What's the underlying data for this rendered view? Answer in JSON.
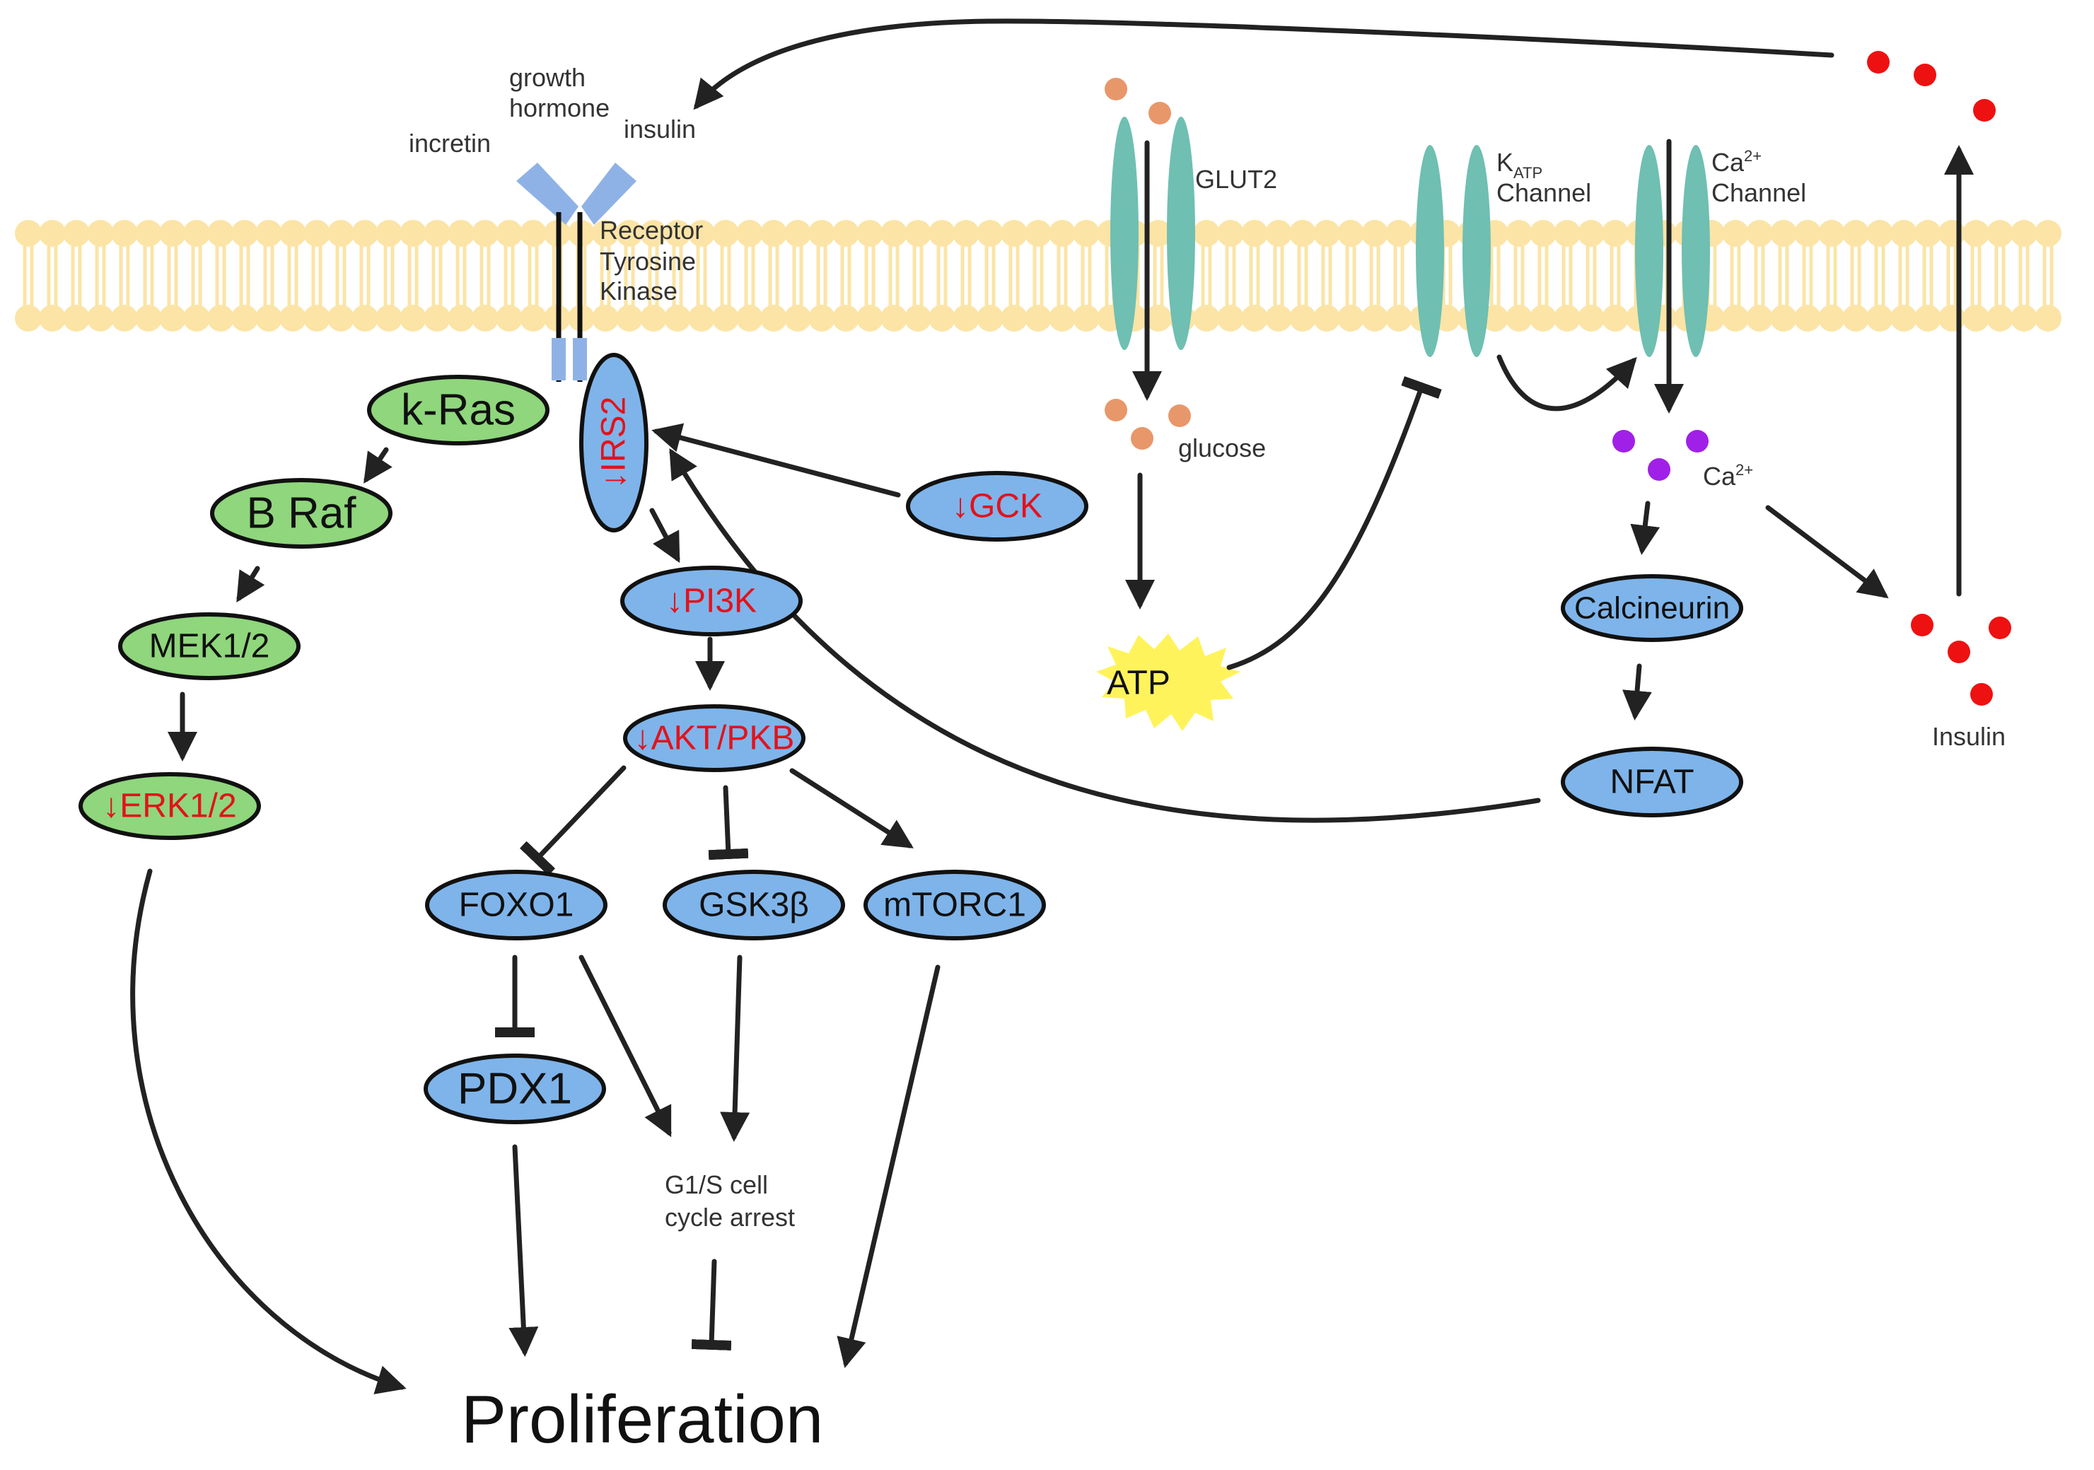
{
  "colors": {
    "membrane": "#FBE4A6",
    "channel": "#6FBFB2",
    "receptor": "#8FB2E6",
    "node_blue": "#7EB4EA",
    "node_green": "#8FD67C",
    "node_stroke": "#111111",
    "down_text": "#E3121B",
    "normal_text": "#111111",
    "glucose_dot": "#E8976A",
    "calcium_dot": "#A020E8",
    "insulin_dot": "#EE1111",
    "atp_star": "#FFF35C",
    "arrow": "#222222"
  },
  "labels": {
    "growth_hormone_1": "growth",
    "growth_hormone_2": "hormone",
    "incretin": "incretin",
    "insulin_in": "insulin",
    "receptor_1": "Receptor",
    "receptor_2": "Tyrosine",
    "receptor_3": "Kinase",
    "glut2": "GLUT2",
    "glucose": "glucose",
    "katp_k": "K",
    "katp_sub": "ATP",
    "katp_channel": "Channel",
    "ca_ch_ca": "Ca",
    "ca_ch_sup": "2+",
    "ca_ch_channel": "Channel",
    "ca_ion": "Ca",
    "ca_ion_sup": "2+",
    "insulin_out": "Insulin",
    "g1s_1": "G1/S cell",
    "g1s_2": "cycle arrest",
    "atp": "ATP",
    "proliferation": "Proliferation"
  },
  "nodes": {
    "kras": {
      "text": "k-Ras",
      "down": false
    },
    "braf": {
      "text": "B Raf",
      "down": false
    },
    "mek": {
      "text": "MEK1/2",
      "down": false
    },
    "erk": {
      "text": "↓ERK1/2",
      "down": true
    },
    "irs2": {
      "text": "↓IRS2",
      "down": true
    },
    "gck": {
      "text": "↓GCK",
      "down": true
    },
    "pi3k": {
      "text": "↓PI3K",
      "down": true
    },
    "akt": {
      "text": "↓AKT/PKB",
      "down": true
    },
    "foxo1": {
      "text": "FOXO1",
      "down": false
    },
    "gsk3b": {
      "text": "GSK3β",
      "down": false
    },
    "mtorc1": {
      "text": "mTORC1",
      "down": false
    },
    "pdx1": {
      "text": "PDX1",
      "down": false
    },
    "calcineurin": {
      "text": "Calcineurin",
      "down": false
    },
    "nfat": {
      "text": "NFAT",
      "down": false
    }
  }
}
